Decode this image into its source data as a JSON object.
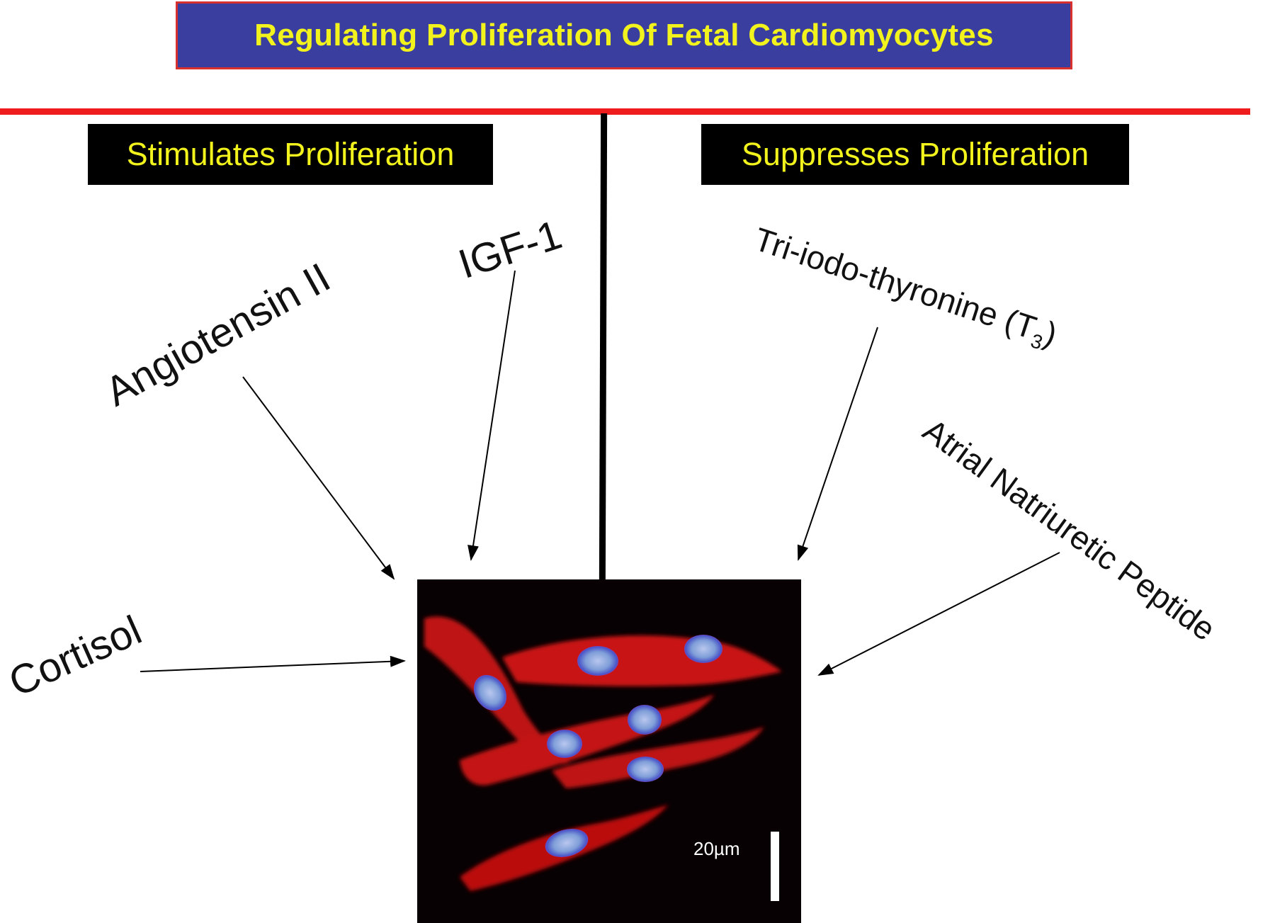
{
  "title": "Regulating Proliferation Of Fetal Cardiomyocytes",
  "categories": {
    "stimulates": "Stimulates Proliferation",
    "suppresses": "Suppresses Proliferation"
  },
  "stimulators": {
    "angiotensin": "Angiotensin II",
    "igf": "IGF-1",
    "cortisol": "Cortisol"
  },
  "suppressors": {
    "t3_main": "Tri-iodo-thyronine (T",
    "t3_sub": "3",
    "t3_close": ")",
    "anp": "Atrial Natriuretic Peptide"
  },
  "micrograph": {
    "scale_label": "20µm"
  },
  "colors": {
    "title_bg": "#3a3e9f",
    "title_border": "#d82f2f",
    "title_text": "#f2f21c",
    "divider_red": "#ee1c1c",
    "cell_red": "#d41414",
    "nucleus_blue": "#7f9ed8"
  }
}
